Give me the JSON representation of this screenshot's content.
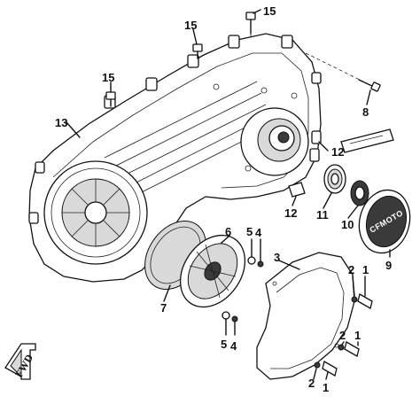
{
  "part_labels": {
    "p15_top": "15",
    "p15_mid": "15",
    "p15_left": "15",
    "p13": "13",
    "p8": "8",
    "p12_upper": "12",
    "p12_lower": "12",
    "p11": "11",
    "p10": "10",
    "p9": "9",
    "p6": "6",
    "p5_upper": "5",
    "p4_upper": "4",
    "p3": "3",
    "p7": "7",
    "p2_upper": "2",
    "p1_upper": "1",
    "p5_lower": "5",
    "p4_lower": "4",
    "p2_mid": "2",
    "p1_mid": "1",
    "p2_lower": "2",
    "p1_lower": "1"
  },
  "emblem_text": "CFMOTO",
  "direction_marker": "FWD",
  "icons": {
    "direction": "forward-arrow-icon"
  },
  "colors": {
    "line": "#111111",
    "background": "#ffffff",
    "shading": "#d9d9d9"
  }
}
